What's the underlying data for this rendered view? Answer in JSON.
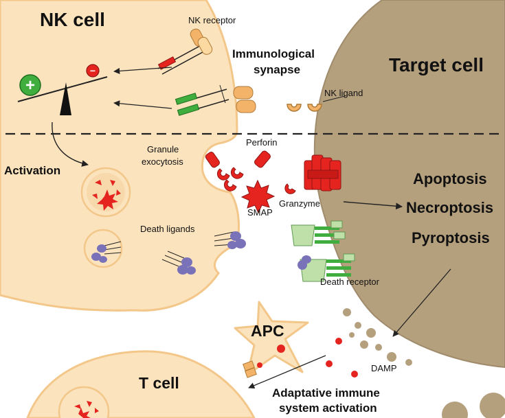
{
  "cells": {
    "nk": "NK cell",
    "target": "Target cell",
    "apc": "APC",
    "tcell": "T cell"
  },
  "labels": {
    "nk_receptor": "NK receptor",
    "synapse_1": "Immunological",
    "synapse_2": "synapse",
    "nk_ligand": "NK ligand",
    "perforin": "Perforin",
    "granule_1": "Granule",
    "granule_2": "exocytosis",
    "activation": "Activation",
    "granzyme": "Granzyme",
    "smap": "SMAP",
    "death_ligands": "Death ligands",
    "death_receptor": "Death receptor",
    "damp": "DAMP",
    "adaptive_1": "Adaptative immune",
    "adaptive_2": "system activation"
  },
  "outcomes": [
    "Apoptosis",
    "Necroptosis",
    "Pyroptosis"
  ],
  "balance": {
    "plus": "+",
    "minus": "−"
  },
  "colors": {
    "nk_fill": "#fbe3bd",
    "nk_stroke": "#f3c78a",
    "target_fill": "#b5a07e",
    "target_stroke": "#9c8866",
    "red": "#e52420",
    "green": "#3fae3f",
    "purple": "#7a72b8",
    "receptor_orange": "#f3b46a",
    "light_green": "#bfe0a8"
  }
}
